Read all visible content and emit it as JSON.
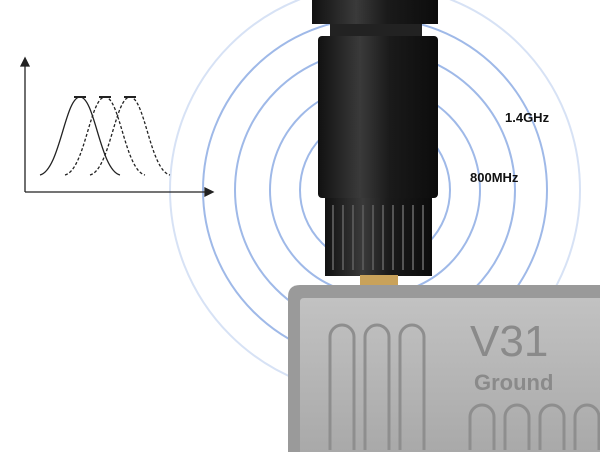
{
  "labels": {
    "band_high": "1.4GHz",
    "band_low": "800MHz"
  },
  "device": {
    "model": "V31",
    "variant": "Ground"
  },
  "colors": {
    "rings": "#9fb9e8",
    "antenna": "#1c1c1c",
    "device_body": "#b5b5b5",
    "connector": "#c9a25a"
  }
}
